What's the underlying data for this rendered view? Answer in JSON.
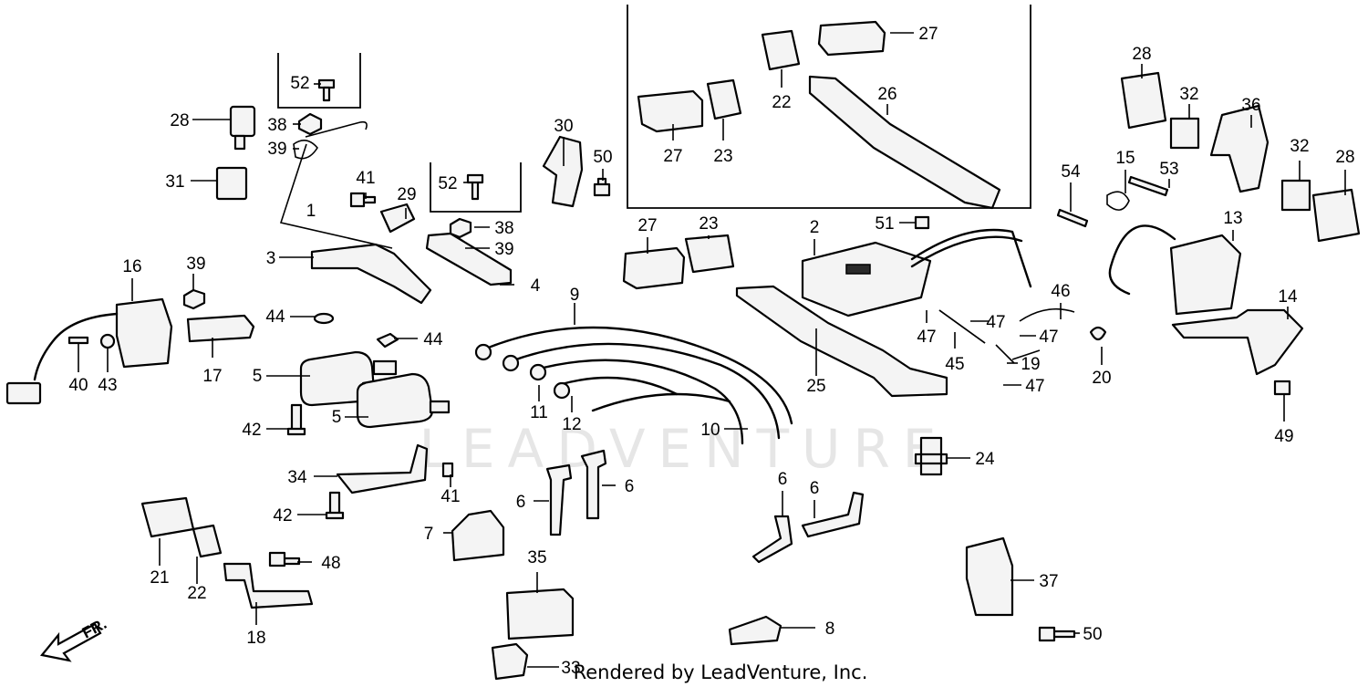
{
  "watermark": "LEADVENTURE",
  "credit": "Rendered by LeadVenture, Inc.",
  "direction_label": "FR.",
  "callouts": [
    {
      "id": "c52a",
      "text": "52"
    },
    {
      "id": "c28a",
      "text": "28"
    },
    {
      "id": "c38a",
      "text": "38"
    },
    {
      "id": "c39a",
      "text": "39"
    },
    {
      "id": "c31",
      "text": "31"
    },
    {
      "id": "c1",
      "text": "1"
    },
    {
      "id": "c41a",
      "text": "41"
    },
    {
      "id": "c29",
      "text": "29"
    },
    {
      "id": "c52b",
      "text": "52"
    },
    {
      "id": "c30",
      "text": "30"
    },
    {
      "id": "c50a",
      "text": "50"
    },
    {
      "id": "c38b",
      "text": "38"
    },
    {
      "id": "c39b",
      "text": "39"
    },
    {
      "id": "c3",
      "text": "3"
    },
    {
      "id": "c4",
      "text": "4"
    },
    {
      "id": "c16",
      "text": "16"
    },
    {
      "id": "c39c",
      "text": "39"
    },
    {
      "id": "c44a",
      "text": "44"
    },
    {
      "id": "c44b",
      "text": "44"
    },
    {
      "id": "c5a",
      "text": "5"
    },
    {
      "id": "c5b",
      "text": "5"
    },
    {
      "id": "c17",
      "text": "17"
    },
    {
      "id": "c40",
      "text": "40"
    },
    {
      "id": "c43",
      "text": "43"
    },
    {
      "id": "c42a",
      "text": "42"
    },
    {
      "id": "c34",
      "text": "34"
    },
    {
      "id": "c41b",
      "text": "41"
    },
    {
      "id": "c42b",
      "text": "42"
    },
    {
      "id": "c21",
      "text": "21"
    },
    {
      "id": "c22a",
      "text": "22"
    },
    {
      "id": "c48",
      "text": "48"
    },
    {
      "id": "c18",
      "text": "18"
    },
    {
      "id": "c7",
      "text": "7"
    },
    {
      "id": "c6a",
      "text": "6"
    },
    {
      "id": "c6b",
      "text": "6"
    },
    {
      "id": "c35",
      "text": "35"
    },
    {
      "id": "c33",
      "text": "33"
    },
    {
      "id": "c9",
      "text": "9"
    },
    {
      "id": "c11",
      "text": "11"
    },
    {
      "id": "c12",
      "text": "12"
    },
    {
      "id": "c10",
      "text": "10"
    },
    {
      "id": "c27a",
      "text": "27"
    },
    {
      "id": "c23a",
      "text": "23"
    },
    {
      "id": "c27b",
      "text": "27"
    },
    {
      "id": "c23b",
      "text": "23"
    },
    {
      "id": "c22b",
      "text": "22"
    },
    {
      "id": "c26",
      "text": "26"
    },
    {
      "id": "c27c",
      "text": "27"
    },
    {
      "id": "c2",
      "text": "2"
    },
    {
      "id": "c51",
      "text": "51"
    },
    {
      "id": "c25",
      "text": "25"
    },
    {
      "id": "c47a",
      "text": "47"
    },
    {
      "id": "c47b",
      "text": "47"
    },
    {
      "id": "c45",
      "text": "45"
    },
    {
      "id": "c46",
      "text": "46"
    },
    {
      "id": "c47c",
      "text": "47"
    },
    {
      "id": "c19",
      "text": "19"
    },
    {
      "id": "c47d",
      "text": "47"
    },
    {
      "id": "c20",
      "text": "20"
    },
    {
      "id": "c24",
      "text": "24"
    },
    {
      "id": "c6c",
      "text": "6"
    },
    {
      "id": "c6d",
      "text": "6"
    },
    {
      "id": "c8",
      "text": "8"
    },
    {
      "id": "c28b",
      "text": "28"
    },
    {
      "id": "c32a",
      "text": "32"
    },
    {
      "id": "c36",
      "text": "36"
    },
    {
      "id": "c32b",
      "text": "32"
    },
    {
      "id": "c28c",
      "text": "28"
    },
    {
      "id": "c54",
      "text": "54"
    },
    {
      "id": "c15",
      "text": "15"
    },
    {
      "id": "c53",
      "text": "53"
    },
    {
      "id": "c13",
      "text": "13"
    },
    {
      "id": "c14",
      "text": "14"
    },
    {
      "id": "c49",
      "text": "49"
    },
    {
      "id": "c37",
      "text": "37"
    },
    {
      "id": "c50b",
      "text": "50"
    }
  ]
}
